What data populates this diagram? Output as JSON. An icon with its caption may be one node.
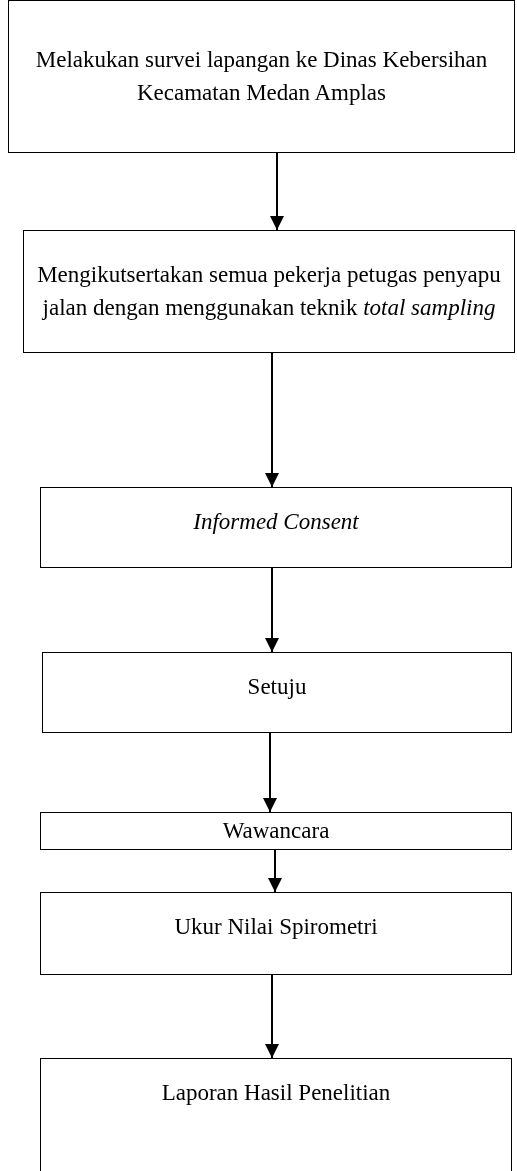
{
  "diagram": {
    "nodes": [
      {
        "text": [
          "Melakukan survei lapangan ke Dinas Kebersihan Kecamatan Medan Amplas"
        ]
      },
      {
        "text": [
          "Mengikutsertakan semua pekerja petugas penyapu jalan dengan menggunakan teknik *total sampling*"
        ]
      },
      {
        "text": [
          "Informed Consent"
        ]
      },
      {
        "text": [
          "Setuju"
        ]
      },
      {
        "text": [
          "Wawancara"
        ]
      },
      {
        "text": [
          "Ukur Nilai Spirometri"
        ]
      },
      {
        "text": [
          "Laporan Hasil Penelitian"
        ]
      }
    ],
    "edges": [
      {
        "from": 0,
        "to": 1,
        "arrow": "to"
      },
      {
        "from": 1,
        "to": 2,
        "arrow": "to"
      },
      {
        "from": 2,
        "to": 3,
        "arrow": "to"
      },
      {
        "from": 3,
        "to": 4,
        "arrow": "to"
      },
      {
        "from": 4,
        "to": 5,
        "arrow": "to"
      },
      {
        "from": 5,
        "to": 6,
        "arrow": "to"
      }
    ]
  }
}
